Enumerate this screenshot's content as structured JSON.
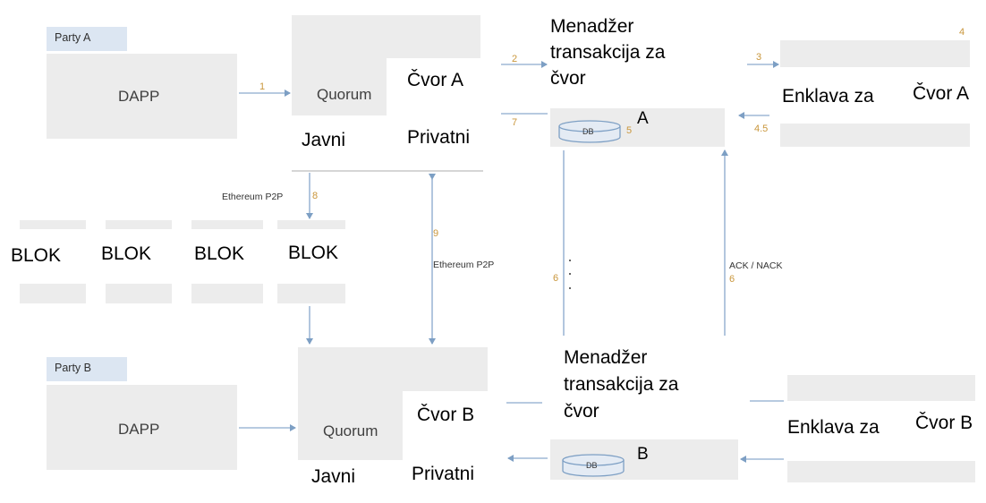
{
  "party_a": {
    "header": "Party A",
    "dapp": "DAPP",
    "quorum": "Quorum",
    "public_label": "Javni",
    "node": "Čvor A",
    "private_label": "Privatni"
  },
  "party_b": {
    "header": "Party B",
    "dapp": "DAPP",
    "quorum": "Quorum",
    "public_label": "Javni",
    "node": "Čvor B",
    "private_label": "Privatni"
  },
  "tm_a": {
    "line1": "Menadžer",
    "line2": "transakcija za",
    "line3": "čvor",
    "db": "DB",
    "letter": "A"
  },
  "tm_b": {
    "line1": "Menadžer",
    "line2": "transakcija za",
    "line3": "čvor",
    "db": "DB",
    "letter": "B"
  },
  "enclave_a": {
    "label": "Enklava za",
    "node": "Čvor A"
  },
  "enclave_b": {
    "label": "Enklava za",
    "node": "Čvor B"
  },
  "blocks": [
    "BLOK",
    "BLOK",
    "BLOK",
    "BLOK"
  ],
  "edge_labels": {
    "p2p_left": "Ethereum P2P",
    "p2p_right": "Ethereum P2P",
    "ack": "ACK / NACK"
  },
  "steps": {
    "s1": "1",
    "s2": "2",
    "s3": "3",
    "s4": "4",
    "s45": "4.5",
    "s5": "5",
    "s6a": "6",
    "s6b": "6",
    "s7": "7",
    "s8": "8",
    "s9": "9"
  },
  "colors": {
    "box": "#ececec",
    "header": "#dce6f2",
    "arrow": "#7d9fc4",
    "step": "#c9963b"
  }
}
